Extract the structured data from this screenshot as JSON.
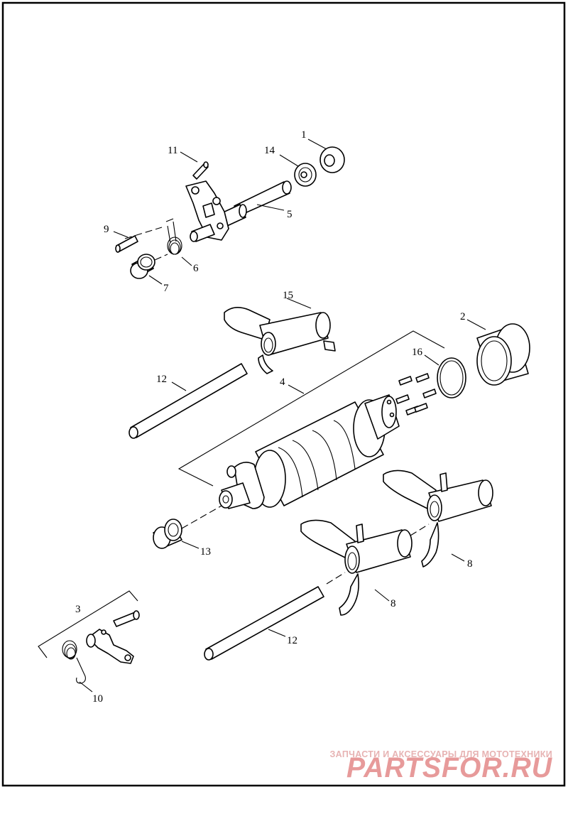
{
  "diagram": {
    "callouts": {
      "c1": "1",
      "c2": "2",
      "c3": "3",
      "c4": "4",
      "c5": "5",
      "c6": "6",
      "c7": "7",
      "c8a": "8",
      "c8b": "8",
      "c9": "9",
      "c10": "10",
      "c11": "11",
      "c12a": "12",
      "c12b": "12",
      "c13": "13",
      "c14": "14",
      "c15": "15",
      "c16": "16"
    }
  },
  "watermark": {
    "tagline": "ЗАПЧАСТИ И АКСЕССУАРЫ ДЛЯ МОТОТЕХНИКИ",
    "logo": "PARTSFOR.RU"
  }
}
